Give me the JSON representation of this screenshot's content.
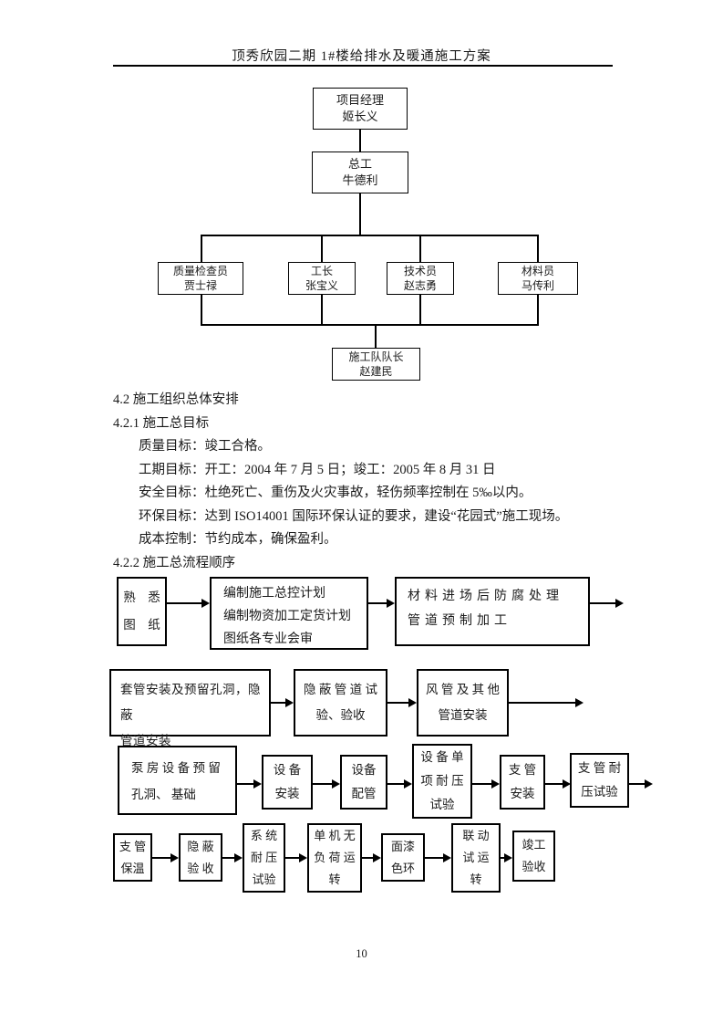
{
  "header": {
    "title": "顶秀欣园二期 1#楼给排水及暖通施工方案"
  },
  "org_chart": {
    "project_manager": "项目经理\n姬长义",
    "chief_engineer": "总工\n牛德利",
    "quality_inspector": "质量检查员\n贾士禄",
    "foreman": "工长\n张宝义",
    "technician": "技术员\n赵志勇",
    "material_clerk": "材料员\n马传利",
    "team_leader": "施工队队长\n赵建民"
  },
  "sections": {
    "heading_42": "4.2 施工组织总体安排",
    "heading_421": "4.2.1 施工总目标",
    "goals": [
      "质量目标：竣工合格。",
      "工期目标：开工：2004 年 7 月 5 日；竣工：2005 年 8 月 31 日",
      "安全目标：杜绝死亡、重伤及火灾事故，轻伤频率控制在 5‰以内。",
      "环保目标：达到 ISO14001 国际环保认证的要求，建设“花园式”施工现场。",
      "成本控制：节约成本，确保盈利。"
    ],
    "heading_422": "4.2.2 施工总流程顺序"
  },
  "flow": {
    "row1": [
      "熟　悉\n图　纸",
      "编制施工总控计划\n编制物资加工定货计划\n图纸各专业会审",
      "材料进场后防腐处理\n管道预制加工"
    ],
    "row2": [
      "套管安装及预留孔洞，隐蔽\n管道安装",
      "隐 蔽 管 道 试\n验、验收",
      "风 管 及 其 他\n管道安装"
    ],
    "row3": [
      "泵 房 设 备 预 留\n孔洞、 基础",
      "设 备\n安装",
      "设备\n配管",
      "设 备 单\n项 耐 压\n试验",
      "支 管\n安装",
      "支 管 耐\n压试验"
    ],
    "row4": [
      "支 管\n保温",
      "隐 蔽\n验 收",
      "系 统\n耐 压\n试验",
      "单 机 无\n负 荷 运\n转",
      "面漆\n色环",
      "联 动\n试 运\n转",
      "竣工\n验收"
    ]
  },
  "footer": {
    "page_number": "10"
  }
}
